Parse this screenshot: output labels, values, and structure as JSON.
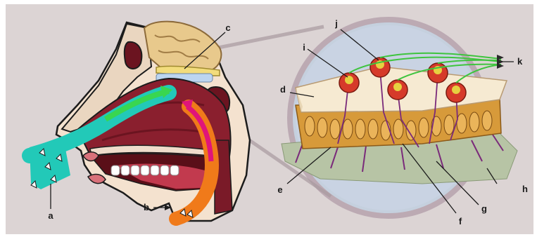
{
  "diagram": {
    "labels": {
      "a": "a",
      "b": "b",
      "c": "c",
      "d": "d",
      "e": "e",
      "f": "f",
      "g": "g",
      "h": "h",
      "i": "i",
      "j": "j",
      "k": "k"
    },
    "colors": {
      "background": "#dcd4d4",
      "skin": "#f4e2cf",
      "outline": "#1c1c1c",
      "mouth_cavity": "#6b1420",
      "nasal_cavity": "#8a1f2e",
      "brain": "#e8c98c",
      "olfactory_bulb": "#f2dc7c",
      "airflow_nose": "#22c9b8",
      "airflow_nose_arrow": "#39d650",
      "airflow_mouth": "#f07a1a",
      "airflow_mouth_arrow": "#e0157a",
      "magnifier": "#b8c8dc",
      "epithelium_top": "#f6ead2",
      "supporting_cells": "#d79a3a",
      "nerve_fibers": "#7a2a7a",
      "receptor_cells": "#d63a2a",
      "axons": "#3ec43e",
      "lamina_propria": "#b7c4a5"
    }
  }
}
